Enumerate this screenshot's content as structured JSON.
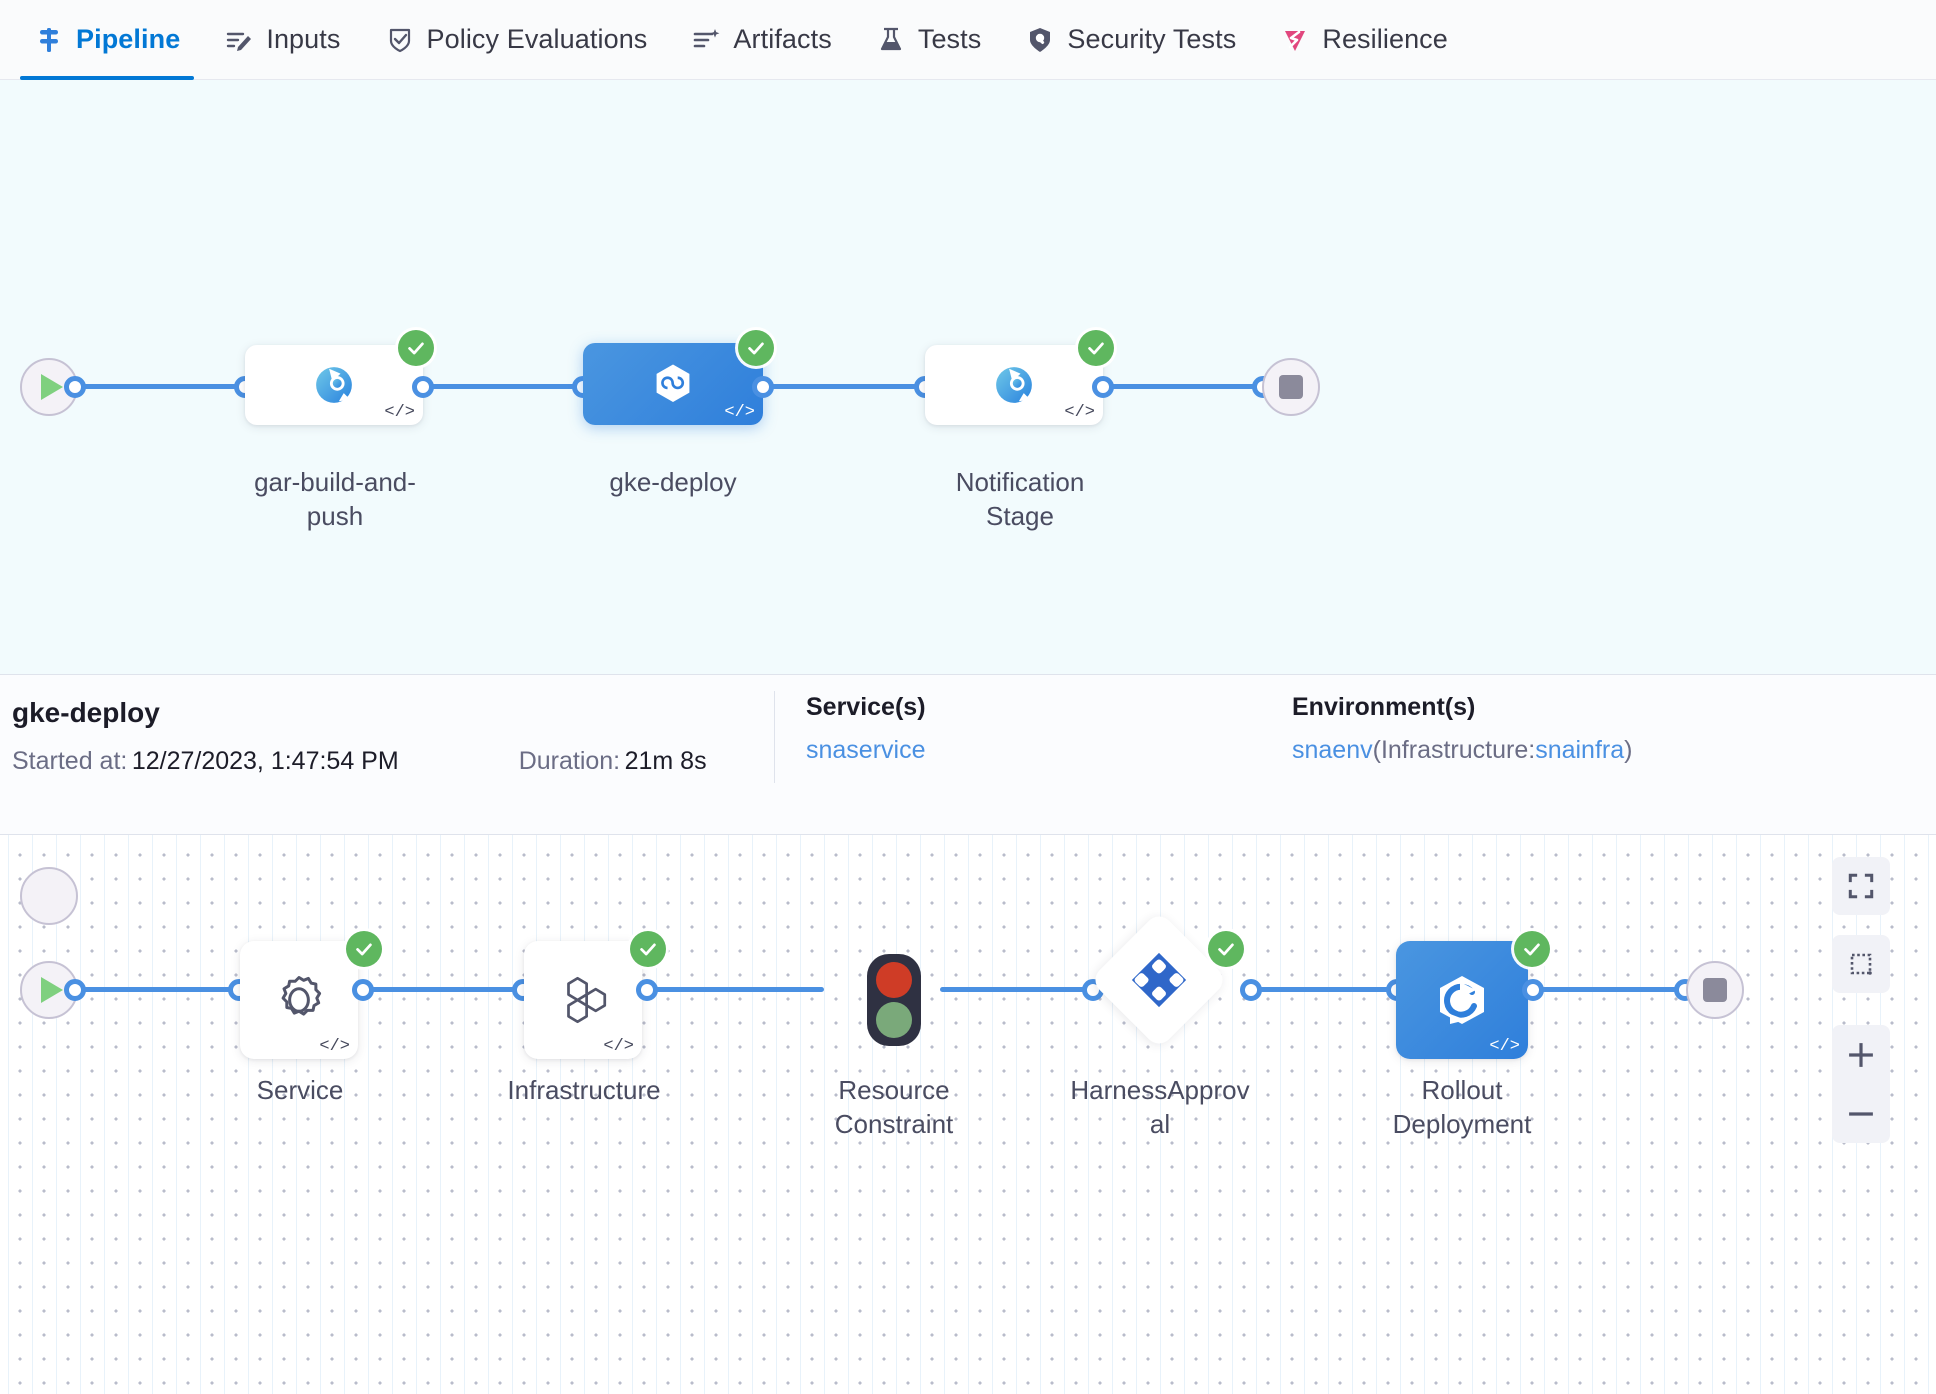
{
  "tabs": [
    {
      "label": "Pipeline",
      "icon": "pipeline-icon",
      "active": true
    },
    {
      "label": "Inputs",
      "icon": "inputs-icon",
      "active": false
    },
    {
      "label": "Policy Evaluations",
      "icon": "policy-shield-icon",
      "active": false
    },
    {
      "label": "Artifacts",
      "icon": "artifacts-icon",
      "active": false
    },
    {
      "label": "Tests",
      "icon": "flask-icon",
      "active": false
    },
    {
      "label": "Security Tests",
      "icon": "security-shield-icon",
      "active": false
    },
    {
      "label": "Resilience",
      "icon": "resilience-icon",
      "active": false
    }
  ],
  "pipeline_graph": {
    "start_icon": "play-icon",
    "end_icon": "stop-icon",
    "stages": [
      {
        "name": "gar-build-and-\npush",
        "icon": "ci-build-icon",
        "status": "success",
        "selected": false,
        "code_icon": "code-icon"
      },
      {
        "name": "gke-deploy",
        "icon": "cd-deploy-icon",
        "status": "success",
        "selected": true,
        "code_icon": "code-icon"
      },
      {
        "name": "Notification\nStage",
        "icon": "ci-build-icon",
        "status": "success",
        "selected": false,
        "code_icon": "code-icon"
      }
    ]
  },
  "detail": {
    "title": "gke-deploy",
    "started_label": "Started at:",
    "started_value": "12/27/2023, 1:47:54 PM",
    "duration_label": "Duration:",
    "duration_value": "21m 8s",
    "service_head": "Service(s)",
    "service_value": "snaservice",
    "environment_head": "Environment(s)",
    "env_name": "snaenv",
    "env_open_paren": "(Infrastructure:",
    "env_infra": "snainfra",
    "env_close_paren": ")"
  },
  "stage_graph": {
    "start_icon": "play-icon",
    "end_icon": "stop-icon",
    "steps": [
      {
        "name": "Service",
        "icon": "gear-icon",
        "status": "success",
        "shape": "card",
        "code_icon": "code-icon"
      },
      {
        "name": "Infrastructure",
        "icon": "hexagons-icon",
        "status": "success",
        "shape": "card",
        "code_icon": "code-icon"
      },
      {
        "name": "Resource\nConstraint",
        "icon": "traffic-light-icon",
        "status": "none",
        "shape": "bare",
        "code_icon": ""
      },
      {
        "name": "HarnessApprov\nal",
        "icon": "harness-approval-icon",
        "status": "success",
        "shape": "diamond",
        "code_icon": ""
      },
      {
        "name": "Rollout\nDeployment",
        "icon": "rollout-icon",
        "status": "success",
        "shape": "card-blue",
        "code_icon": "code-icon"
      }
    ]
  },
  "zoom_controls": [
    {
      "name": "fit-to-screen-button",
      "icon": "expand-icon"
    },
    {
      "name": "select-area-button",
      "icon": "dashed-box-icon"
    },
    {
      "name": "zoom-in-button",
      "icon": "plus-icon"
    },
    {
      "name": "zoom-out-button",
      "icon": "minus-icon"
    }
  ],
  "colors": {
    "accent": "#0278d5",
    "edge": "#4a90e2",
    "success": "#5fb75f",
    "link": "#4a90e2",
    "selected_stage": "#2f7fdb",
    "canvas_top_bg": "#f2fbfd",
    "resilience_pink": "#e1477e"
  }
}
